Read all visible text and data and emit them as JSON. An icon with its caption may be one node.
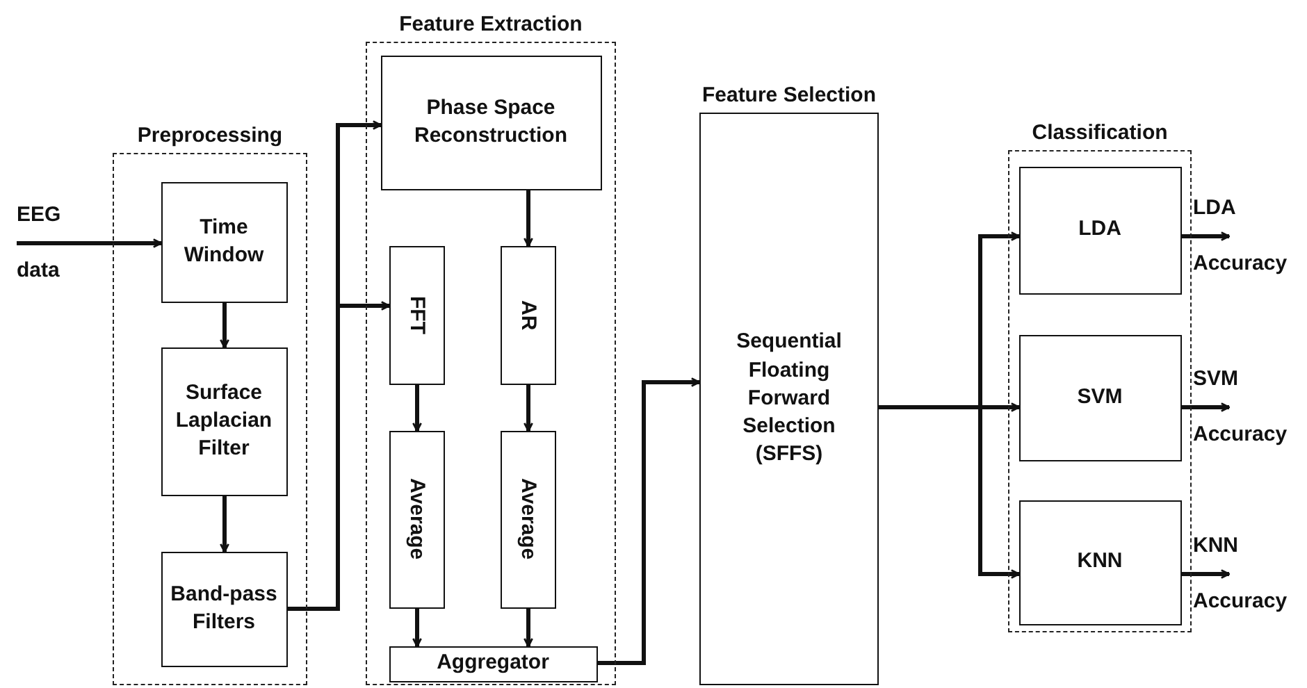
{
  "diagram": {
    "nodes": [
      {
        "text": [
          "Preprocessing"
        ]
      },
      {
        "text": [
          "Time Window"
        ],
        "in": 0
      },
      {
        "text": [
          "Surface Laplacian Filter"
        ],
        "in": 0
      },
      {
        "text": [
          "Band-pass Filters"
        ],
        "in": 0
      },
      {
        "text": [
          "Feature Extraction"
        ]
      },
      {
        "text": [
          "Phase Space Reconstruction"
        ],
        "in": 4
      },
      {
        "text": [
          "FFT"
        ],
        "in": 4
      },
      {
        "text": [
          "AR"
        ],
        "in": 4
      },
      {
        "text": [
          "Average"
        ],
        "in": 4
      },
      {
        "text": [
          "Average"
        ],
        "in": 4
      },
      {
        "text": [
          "Aggregator"
        ],
        "in": 4
      },
      {
        "text": [
          "Feature Selection",
          "Sequential Floating Forward Selection (SFFS)"
        ]
      },
      {
        "text": [
          "Classification"
        ]
      },
      {
        "text": [
          "LDA"
        ],
        "in": 12
      },
      {
        "text": [
          "SVM"
        ],
        "in": 12
      },
      {
        "text": [
          "KNN"
        ],
        "in": 12
      }
    ],
    "edges": [
      {
        "from": null,
        "to": 1,
        "arrow": "to",
        "label": "EEG data"
      },
      {
        "from": 1,
        "to": 2,
        "arrow": "to"
      },
      {
        "from": 2,
        "to": 3,
        "arrow": "to"
      },
      {
        "from": 3,
        "to": 5,
        "arrow": "to"
      },
      {
        "from": 3,
        "to": 6,
        "arrow": "to"
      },
      {
        "from": 5,
        "to": 7,
        "arrow": "to"
      },
      {
        "from": 6,
        "to": 8,
        "arrow": "to"
      },
      {
        "from": 7,
        "to": 9,
        "arrow": "to"
      },
      {
        "from": 8,
        "to": 10,
        "arrow": "to"
      },
      {
        "from": 9,
        "to": 10,
        "arrow": "to"
      },
      {
        "from": 10,
        "to": 11,
        "arrow": "to"
      },
      {
        "from": 11,
        "to": 13,
        "arrow": "to"
      },
      {
        "from": 11,
        "to": 14,
        "arrow": "to"
      },
      {
        "from": 11,
        "to": 15,
        "arrow": "to"
      },
      {
        "from": 13,
        "to": null,
        "arrow": "to",
        "label": "LDA Accuracy"
      },
      {
        "from": 14,
        "to": null,
        "arrow": "to",
        "label": "SVM Accuracy"
      },
      {
        "from": 15,
        "to": null,
        "arrow": "to",
        "label": "KNN Accuracy"
      }
    ]
  }
}
